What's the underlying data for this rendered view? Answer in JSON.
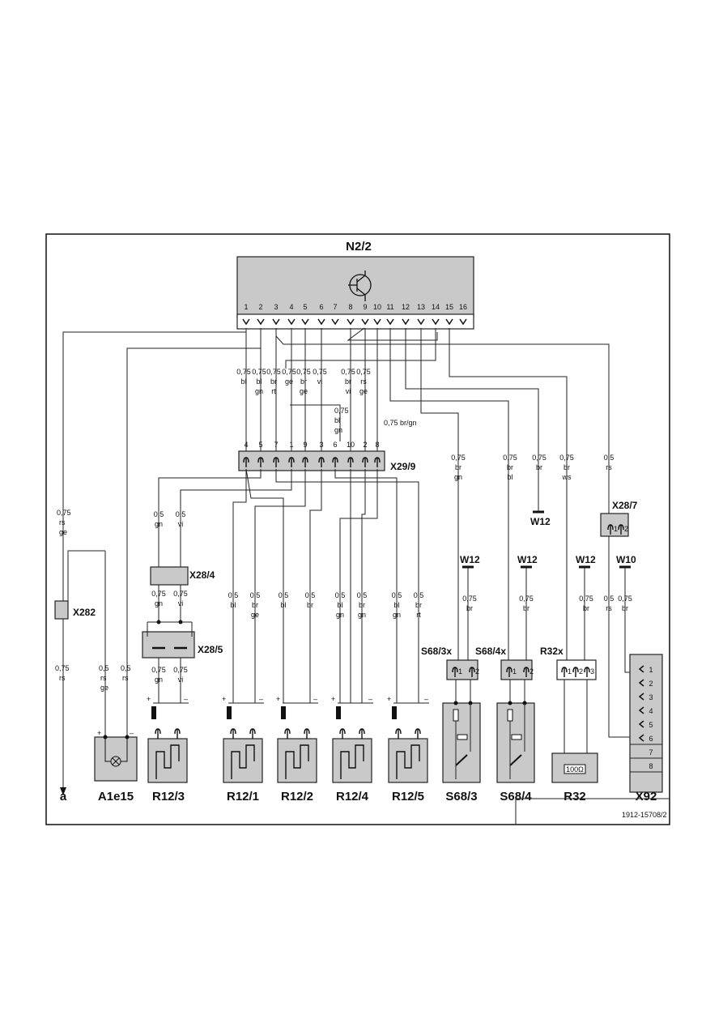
{
  "drawing_number": "1912-15708/2",
  "control_unit": {
    "label": "N2/2",
    "pins": [
      "1",
      "2",
      "3",
      "4",
      "5",
      "6",
      "7",
      "8",
      "9",
      "10",
      "11",
      "12",
      "13",
      "14",
      "15",
      "16"
    ]
  },
  "connector_x29_9": {
    "label": "X29/9",
    "pins": [
      "4",
      "5",
      "7",
      "1",
      "9",
      "3",
      "6",
      "10",
      "2",
      "8"
    ]
  },
  "wires_upper": [
    {
      "size": "0,75",
      "c1": "bl",
      "c2": ""
    },
    {
      "size": "0,75",
      "c1": "bl",
      "c2": "gn"
    },
    {
      "size": "0,75",
      "c1": "br",
      "c2": "rt"
    },
    {
      "size": "0,75",
      "c1": "ge",
      "c2": ""
    },
    {
      "size": "0,75",
      "c1": "br",
      "c2": "ge"
    },
    {
      "size": "0,75",
      "c1": "vi",
      "c2": ""
    },
    {
      "size": "0,75",
      "c1": "br",
      "c2": "vi"
    },
    {
      "size": "0,75",
      "c1": "rs",
      "c2": "ge"
    }
  ],
  "wire_mid": {
    "size": "0,75",
    "c1": "bl",
    "c2": "gn"
  },
  "wire_brgn": "0,75 br/gn",
  "wires_right": [
    {
      "size": "0,75",
      "c1": "br",
      "c2": "gn"
    },
    {
      "size": "0,75",
      "c1": "br",
      "c2": "bl"
    },
    {
      "size": "0,75",
      "c1": "br",
      "c2": ""
    },
    {
      "size": "0,75",
      "c1": "br",
      "c2": "ws"
    },
    {
      "size": "0,5",
      "c1": "rs",
      "c2": ""
    }
  ],
  "wire_left_rsge": {
    "size": "0,75",
    "c1": "rs",
    "c2": "ge"
  },
  "wire_left_rs": {
    "size": "0,75",
    "c1": "rs"
  },
  "wire_a1_rsge": {
    "size": "0,5",
    "c1": "rs",
    "c2": "ge"
  },
  "wire_a1_rs": {
    "size": "0,5",
    "c1": "rs"
  },
  "wires_x28_4_in": [
    {
      "size": "0,5",
      "c1": "gn"
    },
    {
      "size": "0,5",
      "c1": "vi"
    }
  ],
  "wires_x28_4_out": [
    {
      "size": "0,75",
      "c1": "gn"
    },
    {
      "size": "0,75",
      "c1": "vi"
    }
  ],
  "wires_x28_5_out": [
    {
      "size": "0,75",
      "c1": "gn"
    },
    {
      "size": "0,75",
      "c1": "vi"
    }
  ],
  "wires_sensors": [
    {
      "size": "0,5",
      "c1": "bl",
      "c2": ""
    },
    {
      "size": "0,5",
      "c1": "br",
      "c2": "ge"
    },
    {
      "size": "0,5",
      "c1": "bl",
      "c2": ""
    },
    {
      "size": "0,5",
      "c1": "br",
      "c2": ""
    },
    {
      "size": "0,5",
      "c1": "bl",
      "c2": "gn"
    },
    {
      "size": "0,5",
      "c1": "br",
      "c2": "gn"
    },
    {
      "size": "0,5",
      "c1": "bl",
      "c2": "gn"
    },
    {
      "size": "0,5",
      "c1": "br",
      "c2": "rt"
    }
  ],
  "wires_lower_right": [
    {
      "size": "0,75",
      "c1": "br"
    },
    {
      "size": "0,75",
      "c1": "br"
    },
    {
      "size": "0,75",
      "c1": "br"
    },
    {
      "size": "0,5",
      "c1": "rs"
    },
    {
      "size": "0,75",
      "c1": "br"
    }
  ],
  "grounds": {
    "w12_a": "W12",
    "w12_b": "W12",
    "w12_c": "W12",
    "w12_d": "W12",
    "w10": "W10"
  },
  "connectors": {
    "x28_2": "X282",
    "x28_4": "X28/4",
    "x28_5": "X28/5",
    "x28_7": "X28/7",
    "s68_3x": "S68/3x",
    "s68_4x": "S68/4x",
    "r32x": "R32x"
  },
  "components": {
    "a": "a",
    "a1e15": "A1e15",
    "r12_3": "R12/3",
    "r12_1": "R12/1",
    "r12_2": "R12/2",
    "r12_4": "R12/4",
    "r12_5": "R12/5",
    "s68_3": "S68/3",
    "s68_4": "S68/4",
    "r32": "R32",
    "x92": "X92"
  },
  "r32_value": "100Ω",
  "x92_pins": [
    "1",
    "2",
    "3",
    "4",
    "5",
    "6",
    "7",
    "8"
  ],
  "pin_one": "1",
  "pin_two": "2",
  "pin_three": "3",
  "plus": "+",
  "minus": "–"
}
